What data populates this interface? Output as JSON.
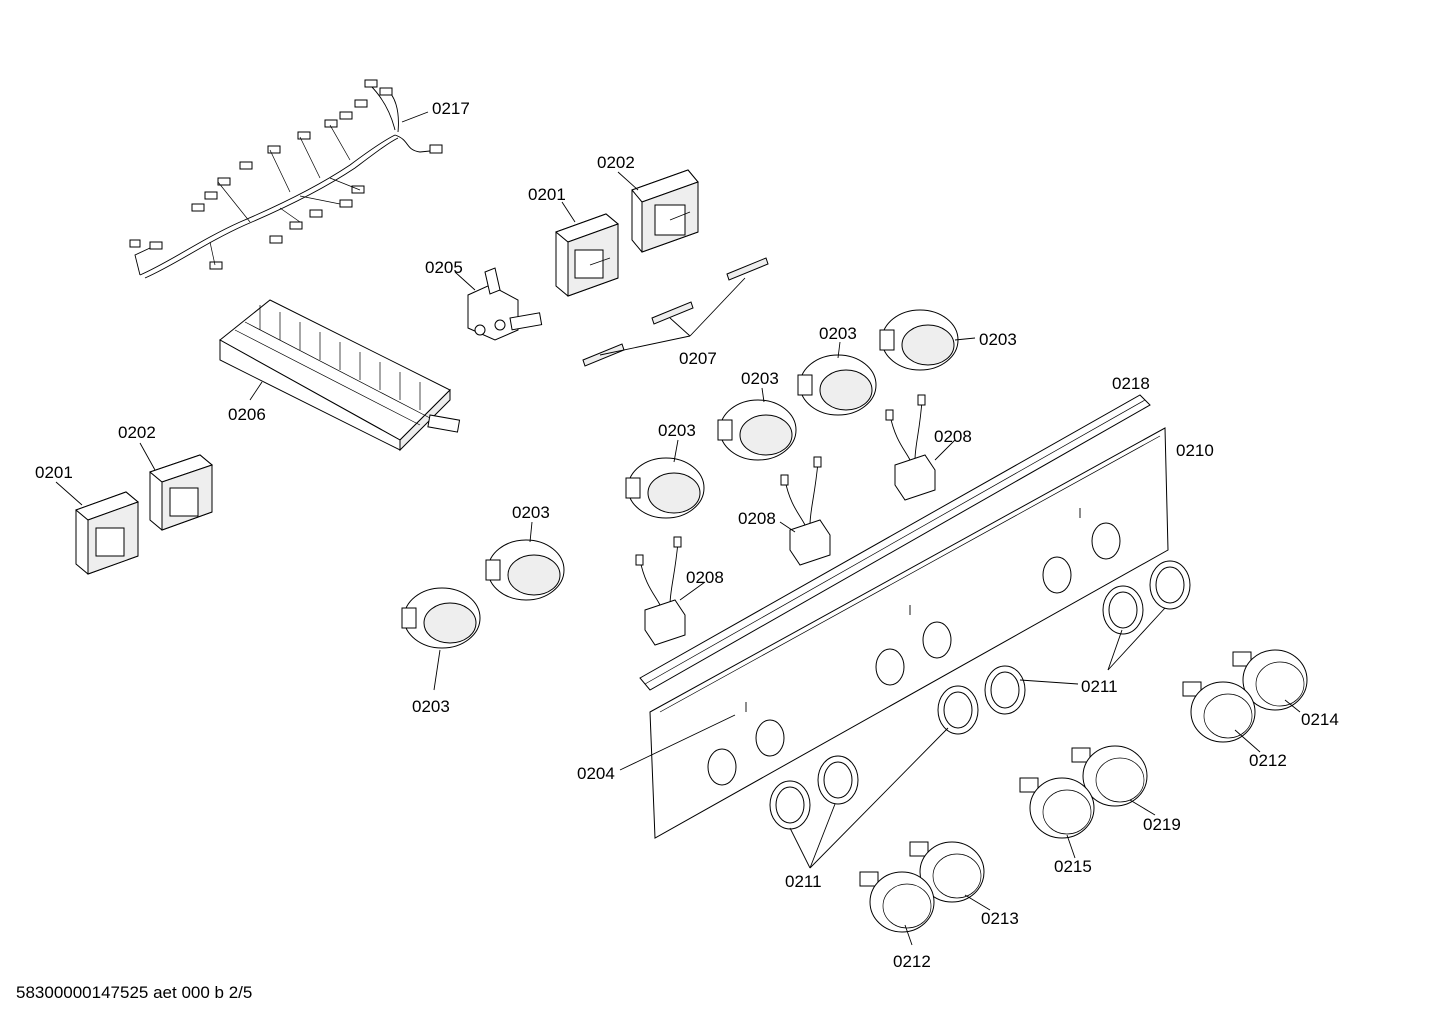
{
  "diagram": {
    "labels": {
      "l0217": "0217",
      "l0202a": "0202",
      "l0201a": "0201",
      "l0205": "0205",
      "l0207": "0207",
      "l0206": "0206",
      "l0203a": "0203",
      "l0203b": "0203",
      "l0203c": "0203",
      "l0203d": "0203",
      "l0203e": "0203",
      "l0203f": "0203",
      "l0218": "0218",
      "l0210": "0210",
      "l0208a": "0208",
      "l0208b": "0208",
      "l0208c": "0208",
      "l0202b": "0202",
      "l0201b": "0201",
      "l0211a": "0211",
      "l0211b": "0211",
      "l0204": "0204",
      "l0214": "0214",
      "l0212a": "0212",
      "l0219": "0219",
      "l0215": "0215",
      "l0213": "0213",
      "l0212b": "0212"
    },
    "footer": "58300000147525 aet 000 b 2/5"
  }
}
